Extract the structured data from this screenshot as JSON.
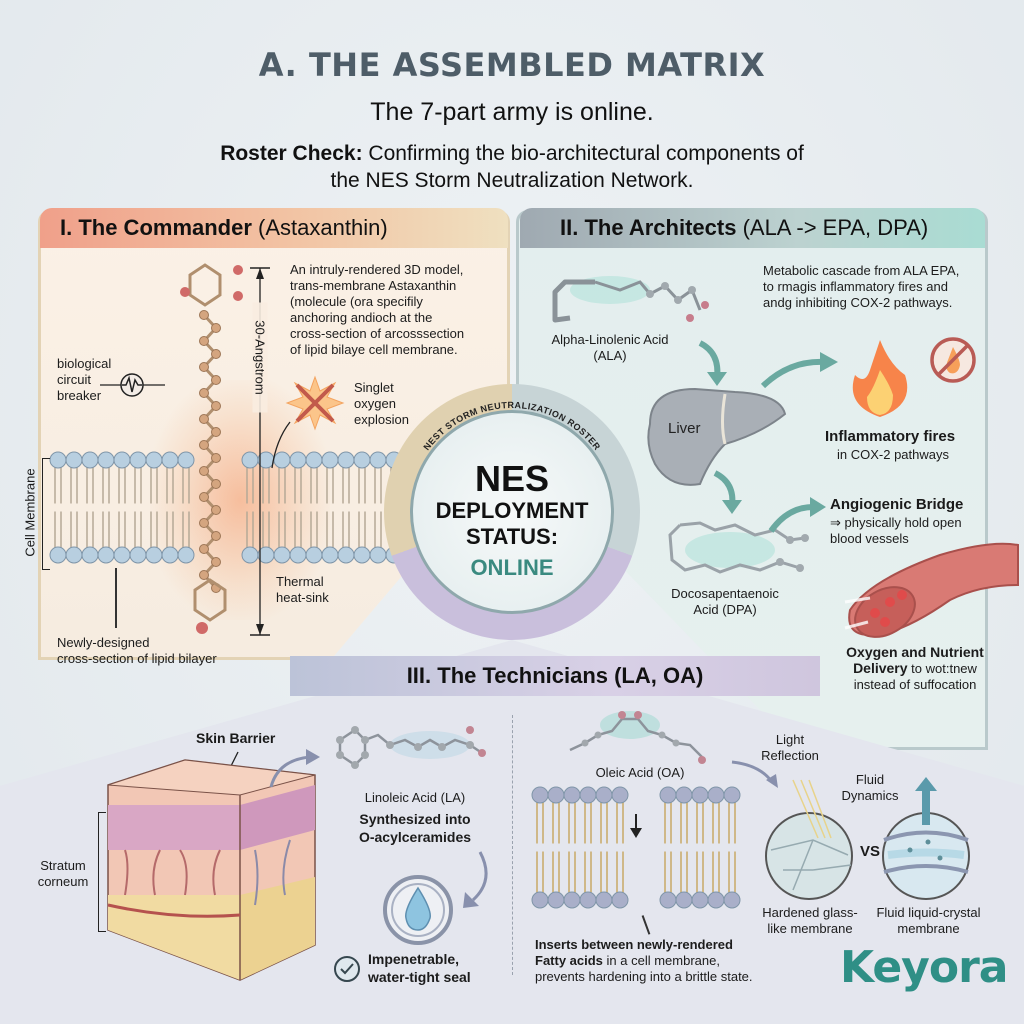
{
  "header": {
    "title": "A. THE ASSEMBLED MATRIX",
    "subtitle": "The 7-part army is online.",
    "roster_label": "Roster Check:",
    "roster_text_line1": " Confirming the bio-architectural components of",
    "roster_text_line2": "the NES Storm Neutralization Network."
  },
  "hub": {
    "ring_text": "NEST STORM NEUTRALIZATION ROSTER",
    "line1": "NES",
    "line2a": "DEPLOYMENT",
    "line2b": "STATUS:",
    "status": "ONLINE",
    "status_color": "#3a8a80"
  },
  "section1": {
    "title_bold": "I. The Commander",
    "title_rest": " (Astaxanthin)",
    "description": [
      "An intruly-rendered 3D model,",
      "trans-membrane Astaxanthin",
      "(molecule (ora specifily",
      "anchoring andioch at the",
      "cross-section of arcosssection",
      "of lipid bilaye cell membrane."
    ],
    "circuit_label": [
      "biological",
      "circuit",
      "breaker"
    ],
    "length_label": "30-Angstrom",
    "explosion_label": [
      "Singlet",
      "oxygen",
      "explosion"
    ],
    "membrane_label": "Cell Membrane",
    "heatsink_label": [
      "Thermal",
      "heat-sink"
    ],
    "bilayer_label": [
      "Newly-designed",
      "cross-section of lipid bilayer"
    ],
    "accent": "#f0a08a"
  },
  "section2": {
    "title_bold": "II. The Architects",
    "title_rest": " (ALA -> EPA, DPA)",
    "description": [
      "Metabolic cascade from ALA EPA,",
      "to rmagis inflammatory fires and",
      "andɡ inhibiting COX-2 pathways."
    ],
    "ala_label": [
      "Alpha-Linolenic Acid",
      "(ALA)"
    ],
    "liver_label": "Liver",
    "fires_title": "Inflammatory fires",
    "fires_sub": "in COX-2 pathways",
    "bridge_title": "Angiogenic Bridge",
    "bridge_sub": [
      "⇒ physically hold open",
      "blood vessels"
    ],
    "dpa_label": [
      "Docosapentaenoic",
      "Acid (DPA)"
    ],
    "delivery_title_1": "Oxygen and Nutrient",
    "delivery_title_2": "Delivery",
    "delivery_rest": " to wot:tnew",
    "delivery_line3": "instead of suffocation",
    "accent": "#a9dcd3"
  },
  "section3": {
    "title": "III. The Technicians (LA, OA)",
    "skin_barrier_label": "Skin Barrier",
    "stratum_label": [
      "Stratum",
      "corneum"
    ],
    "la_label": "Linoleic Acid (LA)",
    "synth_label": [
      "Synthesized into",
      "O-acylceramides"
    ],
    "seal_label": [
      "Impenetrable,",
      "water-tight seal"
    ],
    "oa_label": "Oleic Acid (OA)",
    "light_label": [
      "Light",
      "Reflection"
    ],
    "fluid_label": [
      "Fluid",
      "Dynamics"
    ],
    "vs_label": "VS",
    "hardened_label": [
      "Hardened glass-",
      "like membrane"
    ],
    "liquid_label": [
      "Fluid liquid-crystal",
      "membrane"
    ],
    "inserts_bold_1": "Inserts between newly-rendered",
    "inserts_bold_2": "Fatty acids",
    "inserts_rest_2": " in a cell membrane,",
    "inserts_line3": "prevents hardening into a brittle state.",
    "accent": "#cfc6de"
  },
  "logo": {
    "text": "Keyora",
    "color": "#2f8f86"
  }
}
